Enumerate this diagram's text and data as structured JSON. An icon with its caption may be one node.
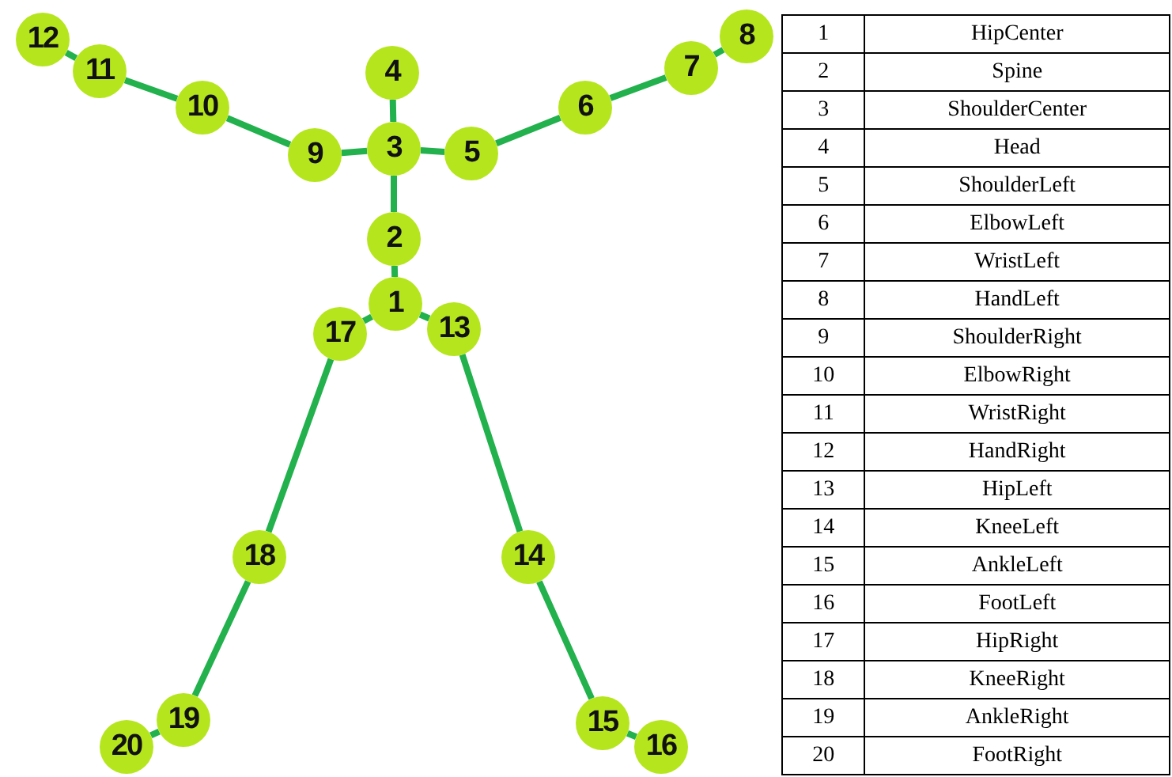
{
  "diagram": {
    "nodes": [
      {
        "text": [
          "1"
        ]
      },
      {
        "text": [
          "2"
        ]
      },
      {
        "text": [
          "3"
        ]
      },
      {
        "text": [
          "4"
        ]
      },
      {
        "text": [
          "5"
        ]
      },
      {
        "text": [
          "6"
        ]
      },
      {
        "text": [
          "7"
        ]
      },
      {
        "text": [
          "8"
        ]
      },
      {
        "text": [
          "9"
        ]
      },
      {
        "text": [
          "10"
        ]
      },
      {
        "text": [
          "11"
        ]
      },
      {
        "text": [
          "12"
        ]
      },
      {
        "text": [
          "13"
        ]
      },
      {
        "text": [
          "14"
        ]
      },
      {
        "text": [
          "15"
        ]
      },
      {
        "text": [
          "16"
        ]
      },
      {
        "text": [
          "17"
        ]
      },
      {
        "text": [
          "18"
        ]
      },
      {
        "text": [
          "19"
        ]
      },
      {
        "text": [
          "20"
        ]
      }
    ],
    "edges": [
      {
        "from": 11,
        "to": 10,
        "arrow": "none"
      },
      {
        "from": 10,
        "to": 9,
        "arrow": "none"
      },
      {
        "from": 9,
        "to": 8,
        "arrow": "none"
      },
      {
        "from": 8,
        "to": 2,
        "arrow": "none"
      },
      {
        "from": 2,
        "to": 3,
        "arrow": "none"
      },
      {
        "from": 2,
        "to": 4,
        "arrow": "none"
      },
      {
        "from": 4,
        "to": 5,
        "arrow": "none"
      },
      {
        "from": 5,
        "to": 6,
        "arrow": "none"
      },
      {
        "from": 6,
        "to": 7,
        "arrow": "none"
      },
      {
        "from": 2,
        "to": 1,
        "arrow": "none"
      },
      {
        "from": 1,
        "to": 0,
        "arrow": "none"
      },
      {
        "from": 0,
        "to": 16,
        "arrow": "none"
      },
      {
        "from": 0,
        "to": 12,
        "arrow": "none"
      },
      {
        "from": 16,
        "to": 17,
        "arrow": "none"
      },
      {
        "from": 17,
        "to": 18,
        "arrow": "none"
      },
      {
        "from": 18,
        "to": 19,
        "arrow": "none"
      },
      {
        "from": 12,
        "to": 13,
        "arrow": "none"
      },
      {
        "from": 13,
        "to": 14,
        "arrow": "none"
      },
      {
        "from": 14,
        "to": 15,
        "arrow": "none"
      }
    ],
    "labels": [
      "1",
      "HipCenter",
      "2",
      "Spine",
      "3",
      "ShoulderCenter",
      "4",
      "Head",
      "5",
      "ShoulderLeft",
      "6",
      "ElbowLeft",
      "7",
      "WristLeft",
      "8",
      "HandLeft",
      "9",
      "ShoulderRight",
      "10",
      "ElbowRight",
      "11",
      "WristRight",
      "12",
      "HandRight",
      "13",
      "HipLeft",
      "14",
      "KneeLeft",
      "15",
      "AnkleLeft",
      "16",
      "FootLeft",
      "17",
      "HipRight",
      "18",
      "KneeRight",
      "19",
      "AnkleRight",
      "20",
      "FootRight"
    ]
  }
}
